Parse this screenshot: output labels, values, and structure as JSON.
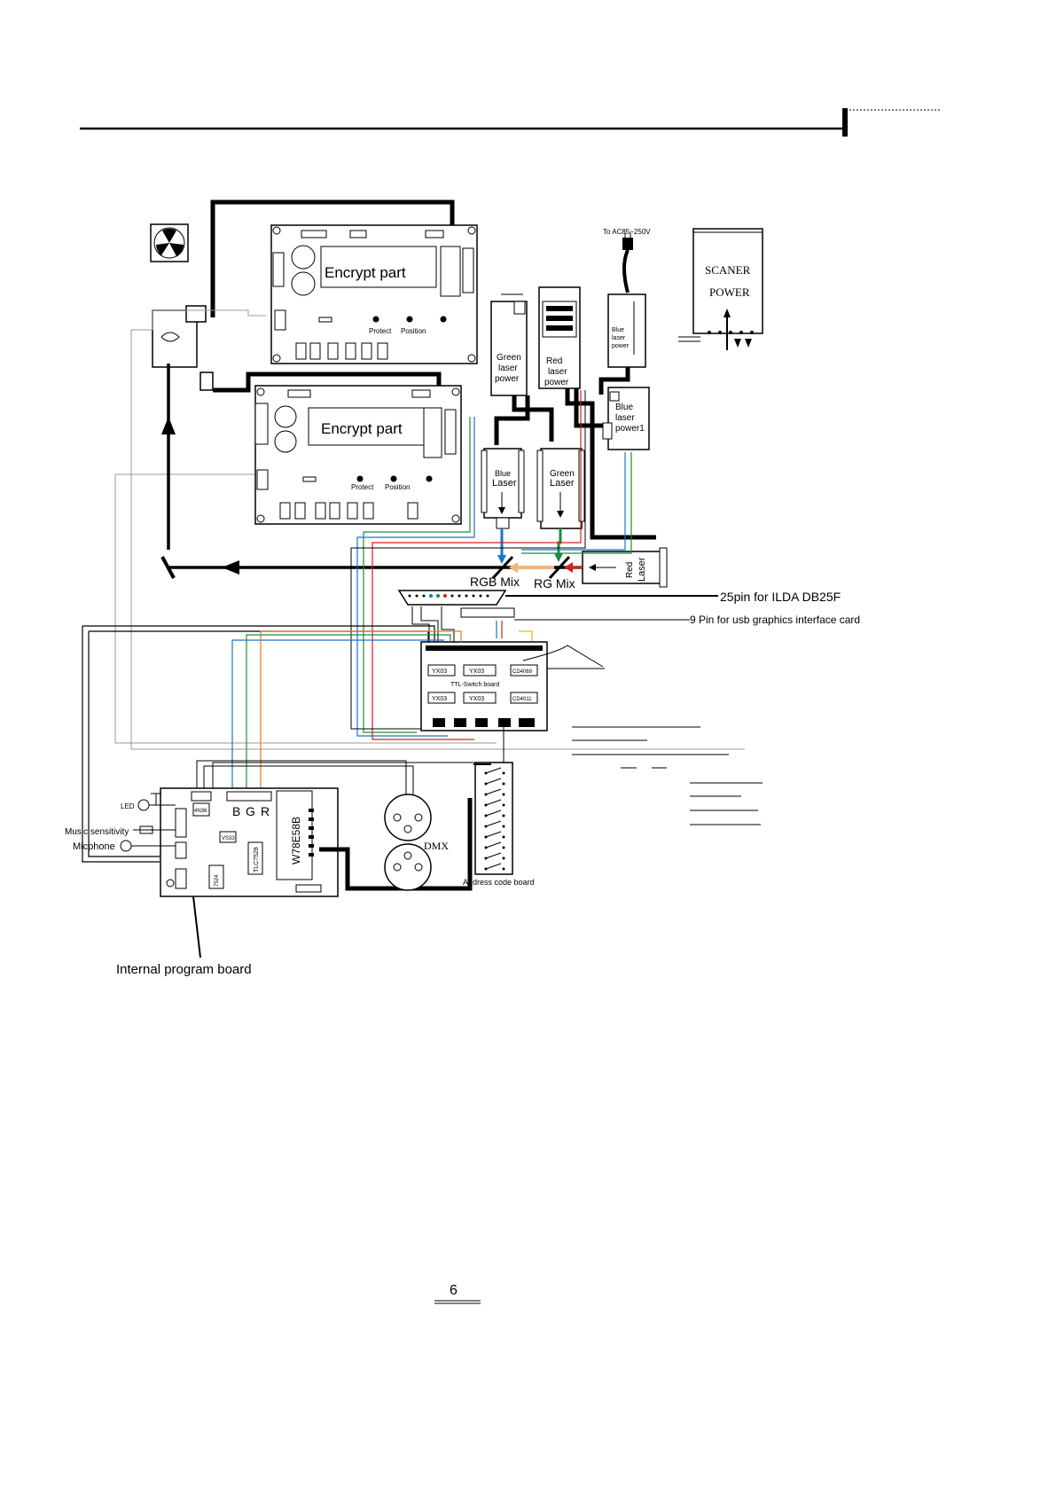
{
  "page": {
    "number": "6"
  },
  "colors": {
    "blue": "#1a73c8",
    "green": "#1a8c3a",
    "red": "#d62020",
    "orange": "#e07a2a",
    "peach": "#f5b37a",
    "yellow": "#e0c000"
  },
  "labels": {
    "encrypt_1": "Encrypt part",
    "encrypt_2": "Encrypt part",
    "protect_1": "Protect",
    "position_1": "Position",
    "protect_2": "Protect",
    "position_2": "Position",
    "scaner_1": "SCANER",
    "scaner_2": "POWER",
    "ac_input": "To AC85~250V",
    "green_power": [
      "Green",
      "laser",
      "power"
    ],
    "red_power": [
      "Red",
      "laser",
      "power"
    ],
    "blue_power_1": [
      "Blue",
      "laser",
      "power"
    ],
    "blue_power_2": [
      "Blue",
      "laser",
      "power1"
    ],
    "blue_laser": [
      "Blue",
      "Laser"
    ],
    "green_laser": [
      "Green",
      "Laser"
    ],
    "red_laser": [
      "Red",
      "Laser"
    ],
    "rgb_mix": "RGB Mix",
    "rg_mix": "RG Mix",
    "db25": "25pin for ILDA DB25F",
    "usb9": "9 Pin for usb graphics interface card",
    "ttl_switch": "TTL-Switch board",
    "chips_top": [
      "YX03",
      "YX03",
      "CD4069"
    ],
    "chips_bottom": [
      "YX03",
      "YX03",
      "CD4011"
    ],
    "led": "LED",
    "music": "Music sensitivity",
    "micphone": "Micphone",
    "mcu": "W78E58B",
    "chip_a": "TLC7528",
    "chip_b": "VS33",
    "chip_c": "4N36",
    "chip_d": "7524",
    "bgr_b": "B",
    "bgr_g": "G",
    "bgr_r": "R",
    "dmx": "DMX",
    "address_board": "Address code board",
    "internal_board": "Internal program board"
  }
}
